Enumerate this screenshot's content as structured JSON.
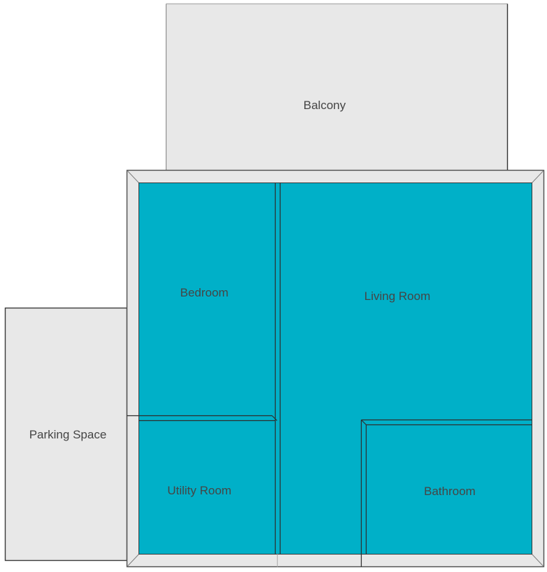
{
  "diagram_type": "floor-plan",
  "labels": {
    "balcony": "Balcony",
    "bedroom": "Bedroom",
    "living_room": "Living Room",
    "parking_space": "Parking Space",
    "utility_room": "Utility Room",
    "bathroom": "Bathroom"
  },
  "rooms": [
    {
      "name": "Balcony",
      "type": "exterior"
    },
    {
      "name": "Bedroom",
      "type": "interior"
    },
    {
      "name": "Living Room",
      "type": "interior"
    },
    {
      "name": "Parking Space",
      "type": "exterior"
    },
    {
      "name": "Utility Room",
      "type": "interior"
    },
    {
      "name": "Bathroom",
      "type": "interior"
    }
  ],
  "colors": {
    "floor": "#00b0c8",
    "exterior_fill": "#e8e8e8",
    "wall_fill": "#e8e8e8",
    "wall_outline": "#4d4d4d",
    "interior_wall_line": "#2d2d2d",
    "label_text": "#454545",
    "page_background": "#ffffff"
  }
}
